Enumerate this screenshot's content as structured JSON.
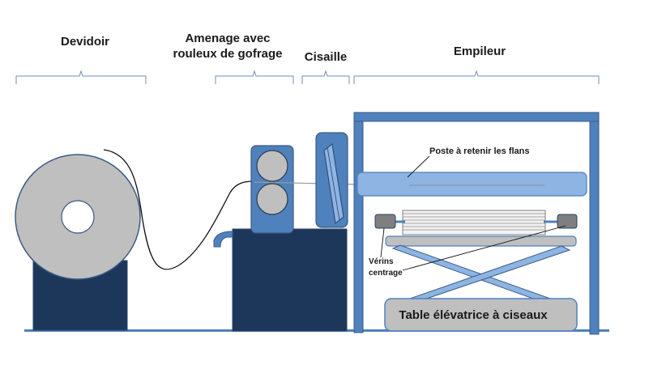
{
  "headers": {
    "devidoir": "Devidoir",
    "amenage_line1": "Amenage avec",
    "amenage_line2": "rouleux de gofrage",
    "cisaille": "Cisaille",
    "empileur": "Empileur"
  },
  "labels": {
    "poste": "Poste à retenir les flans",
    "verins_line1": "Vérins",
    "verins_line2": "centrage",
    "table": "Table élévatrice à ciseaux"
  },
  "colors": {
    "navy": "#1c375a",
    "steel_blue": "#4f81bd",
    "light_blue": "#8db4e2",
    "grey": "#bfbfbf",
    "dark_grey": "#7f7f7f",
    "outline": "#3b5b84"
  }
}
